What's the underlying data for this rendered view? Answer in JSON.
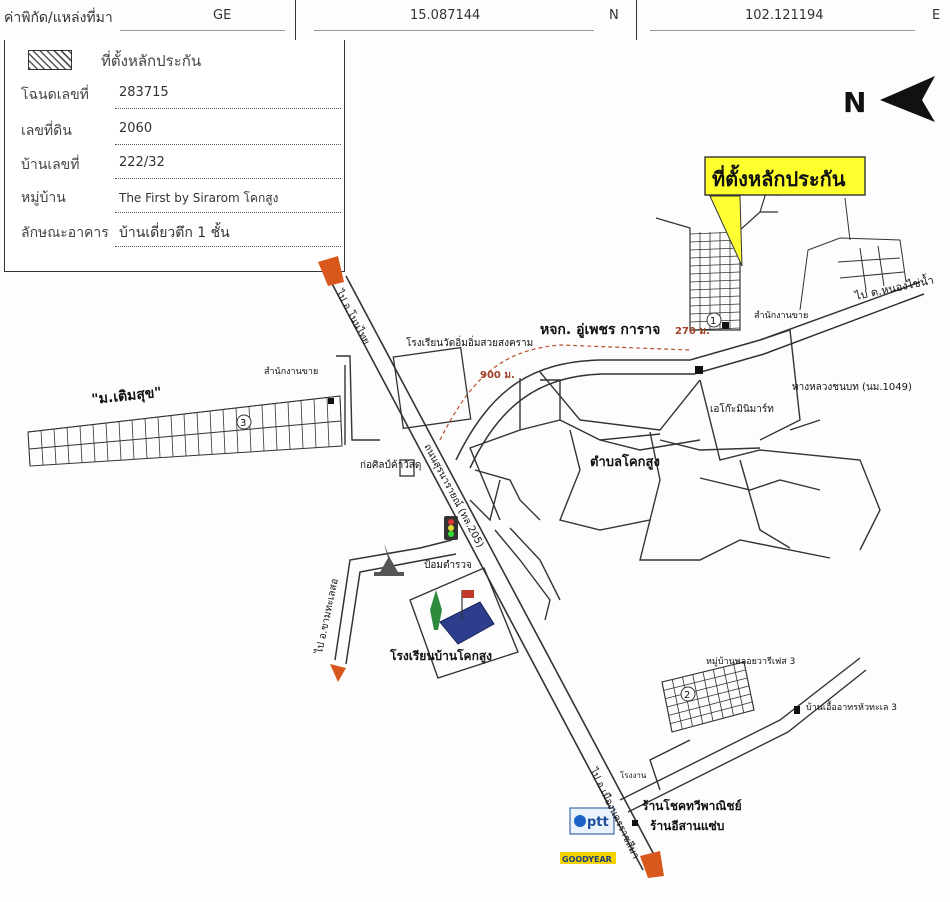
{
  "header": {
    "coord_label": "ค่าพิกัด/แหล่งที่มา",
    "source": "GE",
    "lat_value": "15.087144",
    "lat_dir": "N",
    "lon_value": "102.121194",
    "lon_dir": "E"
  },
  "info": {
    "legend_label": "ที่ตั้งหลักประกัน",
    "rows": [
      {
        "label": "โฉนดเลขที่",
        "value": "283715"
      },
      {
        "label": "เลขที่ดิน",
        "value": "2060"
      },
      {
        "label": "บ้านเลขที่",
        "value": "222/32"
      },
      {
        "label": "หมู่บ้าน",
        "value": "The First by Sirarom โคกสูง"
      },
      {
        "label": "ลักษณะอาคาร",
        "value": "บ้านเดี่ยวตึก 1 ชั้น"
      }
    ]
  },
  "map": {
    "north_letter": "N",
    "callout": "ที่ตั้งหลักประกัน",
    "labels": {
      "to_nongkhai": "ไป ต.หนองไข่น้ำ",
      "sales_office_top": "สำนักงานขาย",
      "company": "หจก. อู่เพชร การาจ",
      "distance_270": "270 ม.",
      "distance_900": "900 ม.",
      "school_top": "โรงเรียนวัดอิ่มอิ่มสวยสงคราม",
      "highway_1049": "ทางหลวงชนบท (นม.1049)",
      "ekkamai": "เอโก๊ะมินิมาร์ท",
      "tambon": "ตำบลโคกสูง",
      "to_north": "ไป อ.โนนไทย",
      "highway_205": "ถนนสุรนารายณ์ (ทล.205)",
      "sales_office_left": "สำนักงานขาย",
      "village_left": "\"ม.เติมสุข\"",
      "construction": "ก่อศิลป์ค้าวัสดุ",
      "police": "ป้อมตำรวจ",
      "to_west": "ไป อ.ขามทะเลสอ",
      "school_bottom": "โรงเรียนบ้านโคกสูง",
      "village_3": "หมู่บ้านพลอยวารีเฟส 3",
      "village_hud": "บ้านเอื้ออาทรหัวทะเล 3",
      "to_south": "ไป อ.เมืองนครราชสีมา",
      "shop_chok": "ร้านโชคทวีพาณิชย์",
      "shop_isan": "ร้านอีสานแซ่บ",
      "ptt": "ptt",
      "goodyear": "GOODYEAR",
      "factory": "โรงงาน",
      "num_1": "1",
      "num_2": "2",
      "num_3": "3"
    }
  }
}
